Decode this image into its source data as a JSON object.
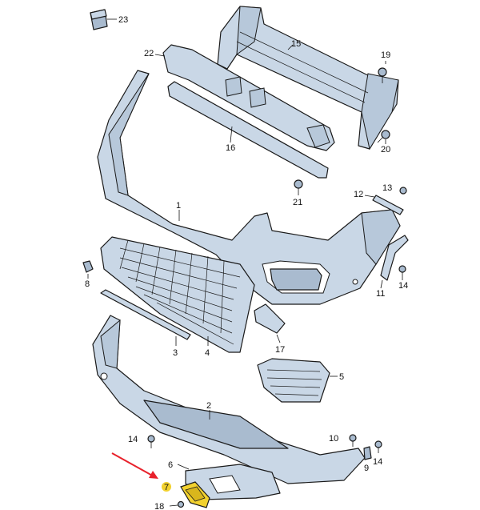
{
  "diagram": {
    "labels": {
      "p1": "1",
      "p2": "2",
      "p3": "3",
      "p4": "4",
      "p5": "5",
      "p6": "6",
      "p7": "7",
      "p8": "8",
      "p9": "9",
      "p10": "10",
      "p11": "11",
      "p12": "12",
      "p13": "13",
      "p14a": "14",
      "p14b": "14",
      "p14c": "14",
      "p15": "15",
      "p16": "16",
      "p17": "17",
      "p18": "18",
      "p19": "19",
      "p20": "20",
      "p21": "21",
      "p22": "22",
      "p23": "23"
    },
    "colors": {
      "part_fill": "#c9d7e6",
      "highlight_fill": "#f2d12e",
      "arrow": "#e8212b"
    }
  }
}
